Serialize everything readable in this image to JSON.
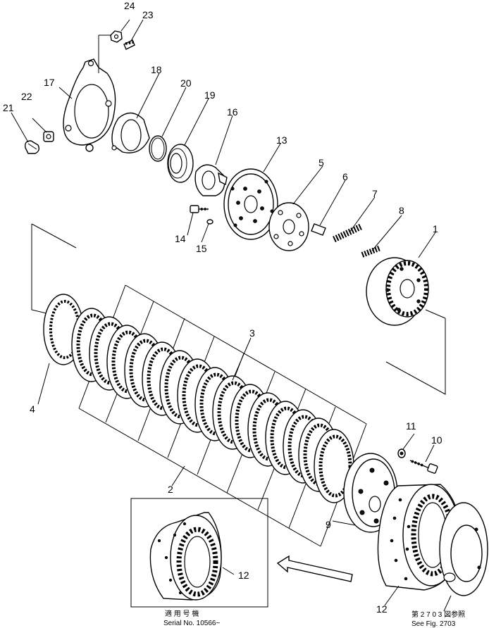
{
  "part_labels": {
    "p1": "1",
    "p2": "2",
    "p3": "3",
    "p4": "4",
    "p5": "5",
    "p6": "6",
    "p7": "7",
    "p8": "8",
    "p9": "9",
    "p10": "10",
    "p11": "11",
    "p12a": "12",
    "p12b": "12",
    "p13": "13",
    "p14": "14",
    "p15": "15",
    "p16": "16",
    "p17": "17",
    "p18": "18",
    "p19": "19",
    "p20": "20",
    "p21": "21",
    "p22": "22",
    "p23": "23",
    "p24": "24"
  },
  "inset": {
    "caption_jp": "適 用 号 機",
    "caption_en": "Serial No. 10566~"
  },
  "figure_ref": {
    "ref_jp": "第 2 7 0 3 図参照",
    "ref_en": "See Fig. 2703"
  }
}
